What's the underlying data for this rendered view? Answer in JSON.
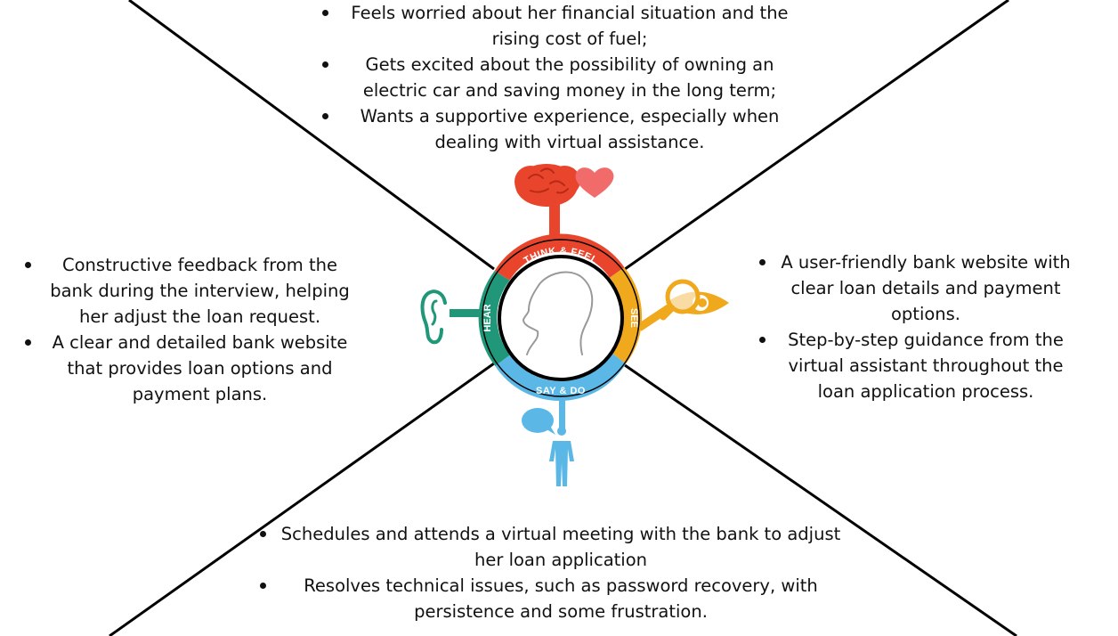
{
  "center": {
    "think_feel_label": "THINK & FEEL",
    "see_label": "SEE",
    "say_do_label": "SAY & DO",
    "hear_label": "HEAR",
    "icons": [
      "brain-icon",
      "heart-icon",
      "eye-icon",
      "magnifier-icon",
      "ear-icon",
      "person-icon",
      "speech-bubble-icon",
      "head-profile-icon"
    ],
    "colors": {
      "think_feel": "#e8452c",
      "see": "#f0a81c",
      "say_do": "#5bb8e6",
      "hear": "#21977a",
      "heart": "#f26b6b",
      "lines": "#000000"
    }
  },
  "think_feel": {
    "items": [
      "Feels worried about her financial situation and the rising cost of fuel;",
      "Gets excited about the possibility of owning an electric car and saving money in the long term;",
      "Wants a supportive experience, especially when dealing with virtual assistance."
    ]
  },
  "hear": {
    "items": [
      "Constructive feedback from the bank during the interview, helping her adjust the loan request.",
      "A clear and detailed bank website that provides loan options and payment plans."
    ]
  },
  "see": {
    "items": [
      "A user-friendly bank website with clear loan details and payment options.",
      "Step-by-step guidance from the virtual assistant throughout the loan application process."
    ]
  },
  "say_do": {
    "items": [
      "Schedules and attends a virtual meeting with the bank to adjust her loan application",
      "Resolves technical issues, such as password recovery, with persistence and some frustration."
    ]
  }
}
